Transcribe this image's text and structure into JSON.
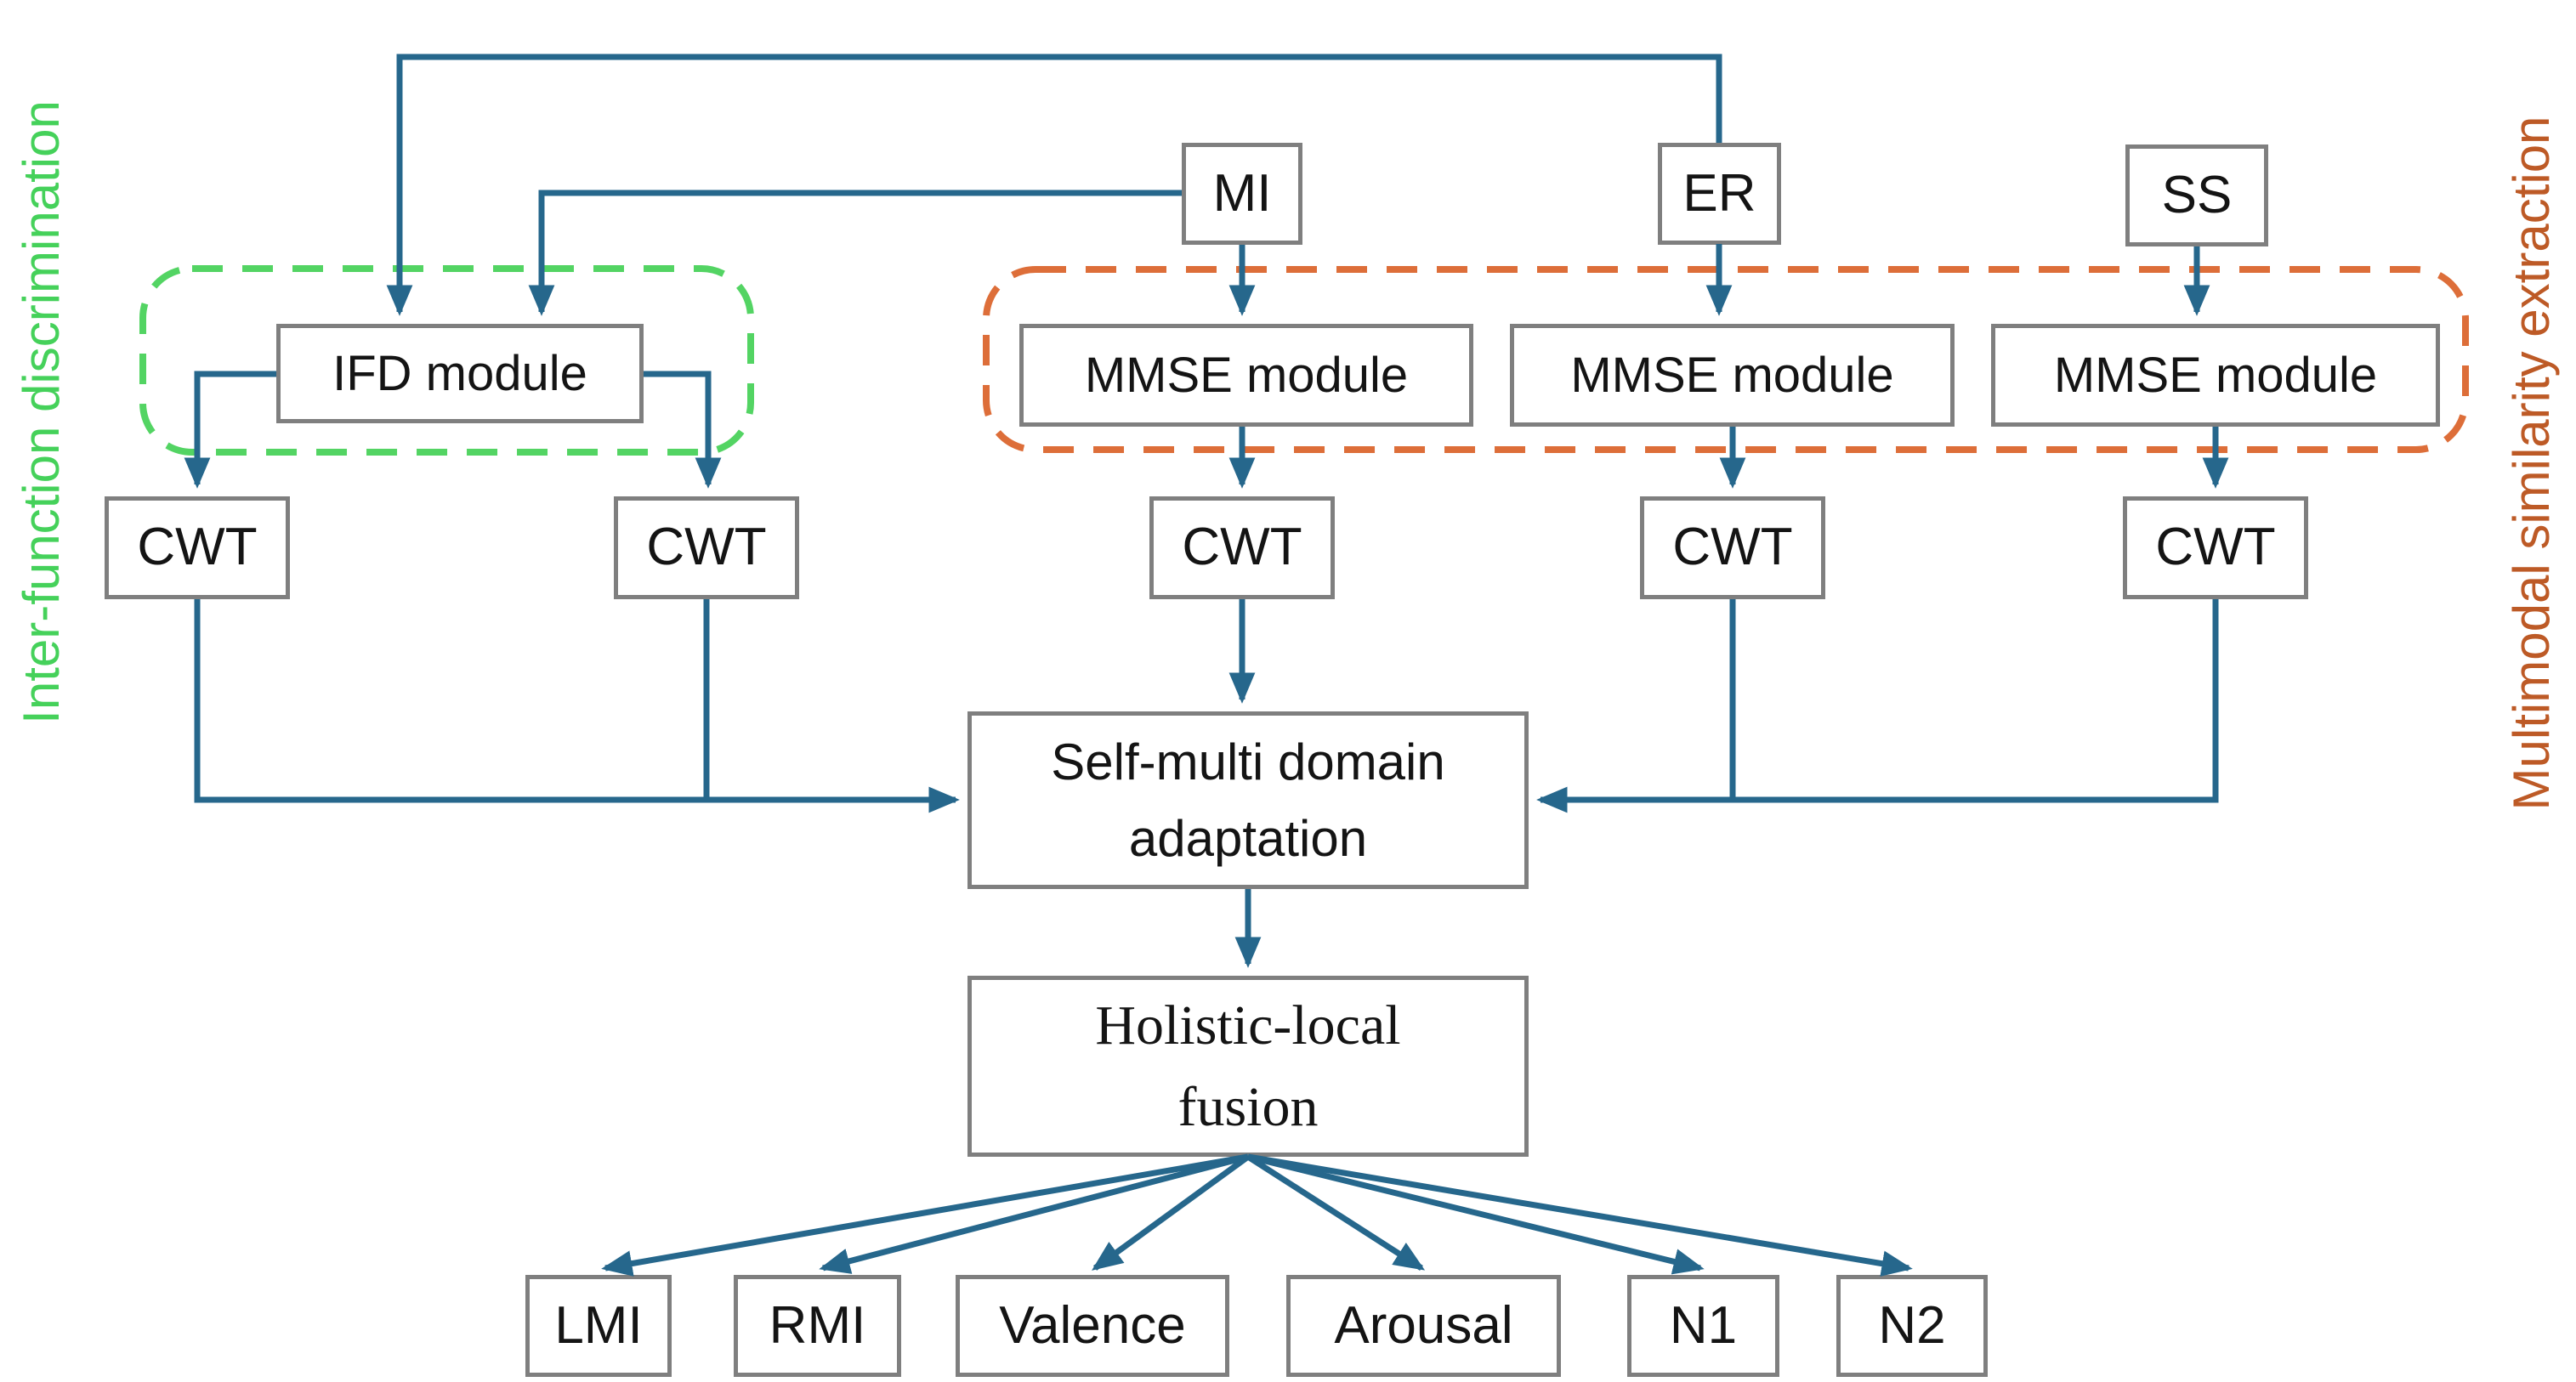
{
  "diagram": {
    "sections": {
      "left": "Inter-function discrimination",
      "right": "Multimodal similarity extraction"
    },
    "nodes": {
      "mi": "MI",
      "er": "ER",
      "ss": "SS",
      "ifd": "IFD module",
      "mmse": "MMSE module",
      "cwt": "CWT",
      "smda": [
        "Self-multi domain",
        "adaptation"
      ],
      "hlf": [
        "Holistic-local",
        "fusion"
      ],
      "outputs": [
        "LMI",
        "RMI",
        "Valence",
        "Arousal",
        "N1",
        "N2"
      ]
    },
    "edges": [
      {
        "from": "er",
        "to": "ifd"
      },
      {
        "from": "mi",
        "to": "ifd"
      },
      {
        "from": "mi",
        "to": "mmse1"
      },
      {
        "from": "er",
        "to": "mmse2"
      },
      {
        "from": "ss",
        "to": "mmse3"
      },
      {
        "from": "ifd",
        "to": "cwt1"
      },
      {
        "from": "ifd",
        "to": "cwt2"
      },
      {
        "from": "mmse1",
        "to": "cwt3"
      },
      {
        "from": "mmse2",
        "to": "cwt4"
      },
      {
        "from": "mmse3",
        "to": "cwt5"
      },
      {
        "from": "cwt1",
        "to": "smda"
      },
      {
        "from": "cwt2",
        "to": "smda"
      },
      {
        "from": "cwt3",
        "to": "smda"
      },
      {
        "from": "cwt4",
        "to": "smda"
      },
      {
        "from": "cwt5",
        "to": "smda"
      },
      {
        "from": "smda",
        "to": "hlf"
      },
      {
        "from": "hlf",
        "to": "lmi"
      },
      {
        "from": "hlf",
        "to": "rmi"
      },
      {
        "from": "hlf",
        "to": "valence"
      },
      {
        "from": "hlf",
        "to": "arousal"
      },
      {
        "from": "hlf",
        "to": "n1"
      },
      {
        "from": "hlf",
        "to": "n2"
      }
    ],
    "colors": {
      "connector": "#26678c",
      "green_dash": "#53d463",
      "green_text": "#45d15a",
      "orange_dash": "#dd6e39",
      "orange_text": "#bd5a26",
      "box_border": "#7f7f7f",
      "box_text": "#141414",
      "background": "#ffffff"
    }
  }
}
